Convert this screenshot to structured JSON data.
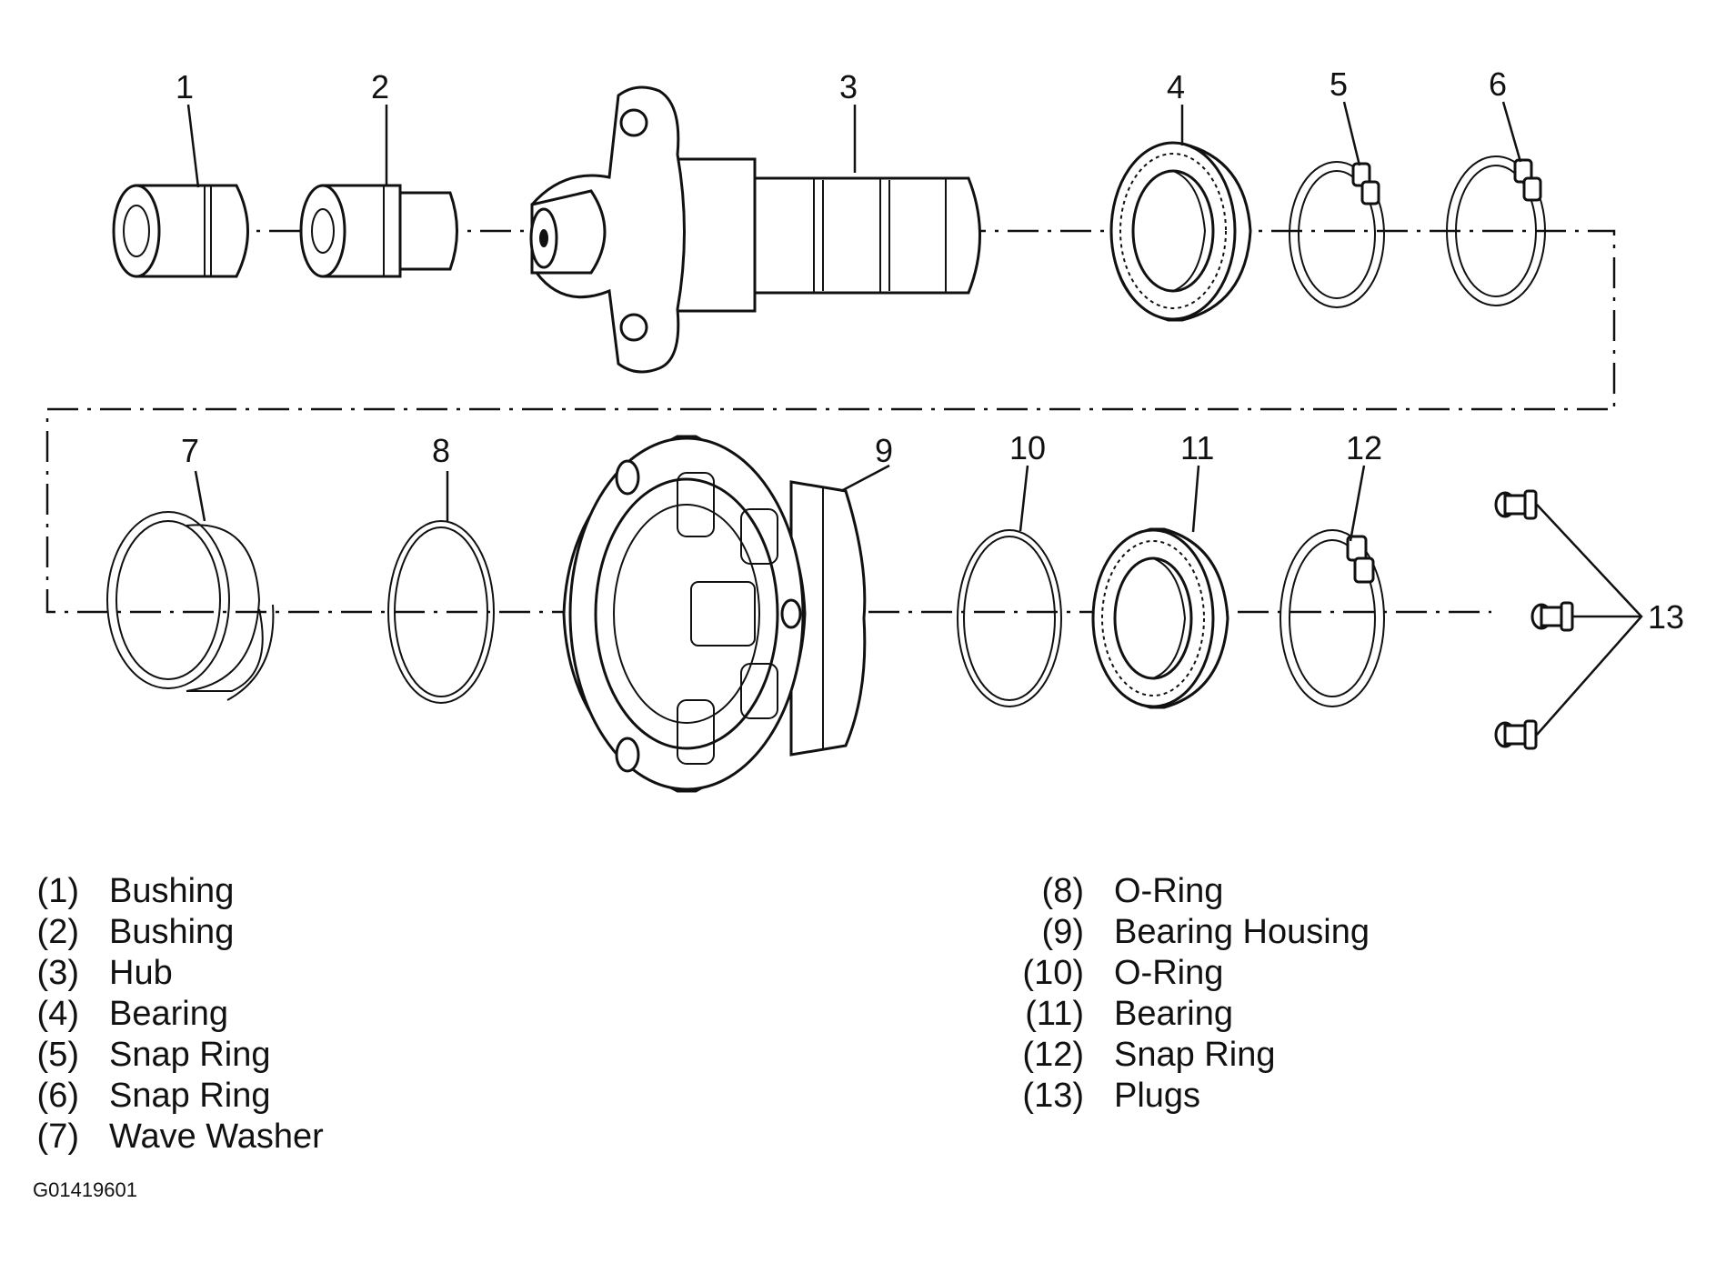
{
  "callouts": [
    "1",
    "2",
    "3",
    "4",
    "5",
    "6",
    "7",
    "8",
    "9",
    "10",
    "11",
    "12",
    "13"
  ],
  "legend_left": [
    {
      "idx": "(1)",
      "name": "Bushing"
    },
    {
      "idx": "(2)",
      "name": "Bushing"
    },
    {
      "idx": "(3)",
      "name": "Hub"
    },
    {
      "idx": "(4)",
      "name": "Bearing"
    },
    {
      "idx": "(5)",
      "name": "Snap Ring"
    },
    {
      "idx": "(6)",
      "name": "Snap Ring"
    },
    {
      "idx": "(7)",
      "name": "Wave Washer"
    }
  ],
  "legend_right": [
    {
      "idx": "(8)",
      "name": "O-Ring"
    },
    {
      "idx": "(9)",
      "name": "Bearing Housing"
    },
    {
      "idx": "(10)",
      "name": "O-Ring"
    },
    {
      "idx": "(11)",
      "name": "Bearing"
    },
    {
      "idx": "(12)",
      "name": "Snap Ring"
    },
    {
      "idx": "(13)",
      "name": "Plugs"
    }
  ],
  "figure_code": "G01419601"
}
